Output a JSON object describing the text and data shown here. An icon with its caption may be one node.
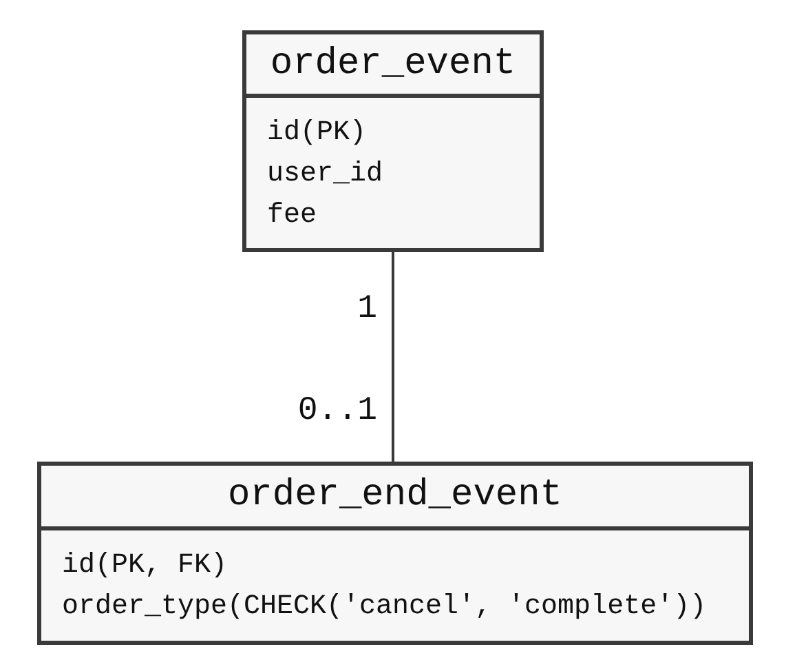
{
  "diagram": {
    "nodes": [
      {
        "text": [
          "order_event",
          "id(PK)",
          "user_id",
          "fee"
        ]
      },
      {
        "text": [
          "order_end_event",
          "id(PK, FK)",
          "order_type(CHECK('cancel', 'complete'))"
        ]
      }
    ],
    "edges": [
      {
        "from": 0,
        "to": 1,
        "arrow": "none"
      }
    ],
    "labels": [
      "1",
      "0..1"
    ]
  }
}
